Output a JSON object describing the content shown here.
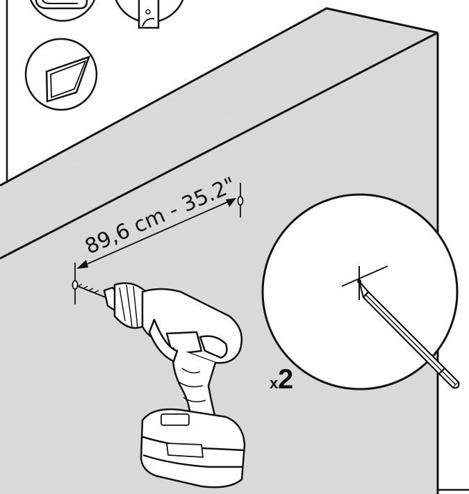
{
  "diagram": {
    "measurement_label": "89,6 cm - 35.2\"",
    "quantity_prefix": "x",
    "quantity_value": "2"
  },
  "icons": [
    "wall-bracket-icon",
    "wall-plate-icon",
    "mirror-frame-icon",
    "drill-icon",
    "pencil-icon"
  ],
  "colors": {
    "wall": "#d9d9d9",
    "line": "#111111",
    "background": "#ffffff"
  }
}
